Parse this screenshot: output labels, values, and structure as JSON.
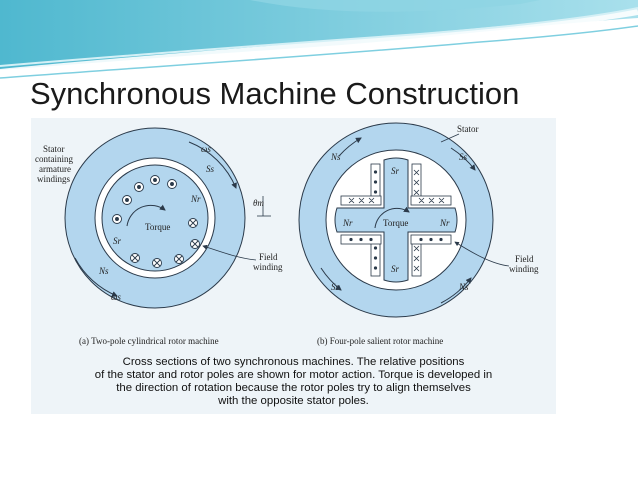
{
  "slide": {
    "title": "Synchronous Machine Construction"
  },
  "diagram_a": {
    "stator_label": [
      "Stator",
      "containing",
      "armature",
      "windings"
    ],
    "omega_s_top": "ωs",
    "omega_s_bottom": "ωs",
    "S_s": "Ss",
    "N_s": "Ns",
    "N_r": "Nr",
    "S_r": "Sr",
    "theta_m": "θm",
    "torque": "Torque",
    "field_winding": [
      "Field",
      "winding"
    ],
    "caption": "(a) Two-pole cylindrical rotor machine"
  },
  "diagram_b": {
    "stator_label": "Stator",
    "N_s_top": "Ns",
    "S_s_top": "Ss",
    "S_s_bottom": "Ss",
    "N_s_bottom": "Ns",
    "S_r_top": "Sr",
    "S_r_bottom": "Sr",
    "N_r_left": "Nr",
    "N_r_right": "Nr",
    "torque": "Torque",
    "field_winding": [
      "Field",
      "winding"
    ],
    "caption": "(b) Four-pole salient rotor machine"
  },
  "figure_caption": [
    "Cross sections of two synchronous machines. The relative positions",
    "of the stator and rotor poles are shown for motor action. Torque is developed in",
    "the direction of rotation because the rotor poles try to align themselves",
    "with the opposite stator poles."
  ],
  "colors": {
    "stator_fill": "#b3d6ee",
    "rotor_fill": "#b3d6ee",
    "line": "#2b3a4a",
    "banner_teal": "#5fc3d8"
  }
}
